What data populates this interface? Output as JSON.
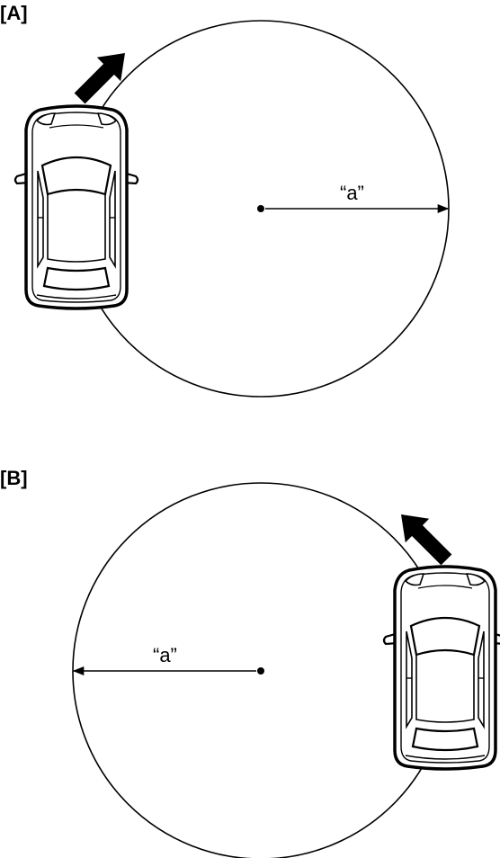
{
  "panels": [
    {
      "id": "A",
      "label": "[A]",
      "radius_label": "“a”"
    },
    {
      "id": "B",
      "label": "[B]",
      "radius_label": "“a”"
    }
  ],
  "colors": {
    "line": "#000000",
    "car_fill": "#ffffff",
    "background": "#ffffff"
  },
  "icons": {
    "vehicle": "car-top-view-icon",
    "direction": "turn-direction-arrow-icon"
  }
}
